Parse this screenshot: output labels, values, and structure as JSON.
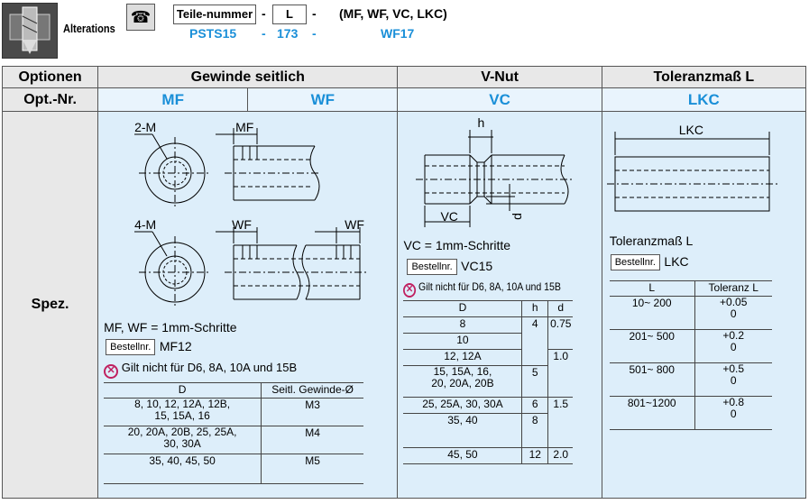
{
  "header": {
    "alterations_label": "Alterations",
    "part_number_label": "Teile-nummer",
    "dash1": "-",
    "length_label": "L",
    "dash2": "-",
    "codes_label": "(MF, WF, VC, LKC)",
    "example_part": "PSTS15",
    "example_dash1": "-",
    "example_length": "173",
    "example_dash2": "-",
    "example_code": "WF17"
  },
  "table": {
    "row1": {
      "label": "Optionen",
      "col1": "Gewinde seitlich",
      "col2": "V-Nut",
      "col3": "Toleranzmaß L"
    },
    "row2": {
      "label": "Opt.-Nr.",
      "mf": "MF",
      "wf": "WF",
      "vc": "VC",
      "lkc": "LKC"
    },
    "row3_label": "Spez."
  },
  "gewinde": {
    "labels": {
      "m2": "2-M",
      "mf": "MF",
      "m4": "4-M",
      "wf1": "WF",
      "wf2": "WF"
    },
    "step": "MF, WF = 1mm-Schritte",
    "order_btn": "Bestellnr.",
    "order_code": "MF12",
    "note": "Gilt nicht für D6, 8A, 10A und 15B",
    "headers": [
      "D",
      "Seitl. Gewinde-Ø"
    ],
    "rows": [
      {
        "d": "8, 10, 12, 12A, 12B,\n15, 15A, 16",
        "m": "M3"
      },
      {
        "d": "20, 20A, 20B, 25, 25A,\n30, 30A",
        "m": "M4"
      },
      {
        "d": "35, 40, 45, 50",
        "m": "M5"
      }
    ]
  },
  "vnut": {
    "labels": {
      "h": "h",
      "vc": "VC",
      "d": "d"
    },
    "step": "VC = 1mm-Schritte",
    "order_btn": "Bestellnr.",
    "order_code": "VC15",
    "note": "Gilt nicht für D6, 8A, 10A und 15B",
    "headers": [
      "D",
      "h",
      "d"
    ],
    "d_values": [
      "8",
      "10",
      "12, 12A",
      "15, 15A, 16,\n20, 20A, 20B",
      "25, 25A, 30, 30A",
      "35, 40",
      "45, 50"
    ],
    "h_values": [
      "4",
      "5",
      "6",
      "8",
      "12"
    ],
    "dd_values": [
      "0.75",
      "1.0",
      "1.5",
      "2.0"
    ]
  },
  "tol": {
    "labels": {
      "lkc": "LKC"
    },
    "title": "Toleranzmaß L",
    "order_btn": "Bestellnr.",
    "order_code": "LKC",
    "headers": [
      "L",
      "Toleranz L"
    ],
    "rows": [
      {
        "l": "10~ 200",
        "plus": "+0.05",
        "zero": "0"
      },
      {
        "l": "201~ 500",
        "plus": "+0.2",
        "zero": "0"
      },
      {
        "l": "501~ 800",
        "plus": "+0.5",
        "zero": "0"
      },
      {
        "l": "801~1200",
        "plus": "+0.8",
        "zero": "0"
      }
    ]
  }
}
